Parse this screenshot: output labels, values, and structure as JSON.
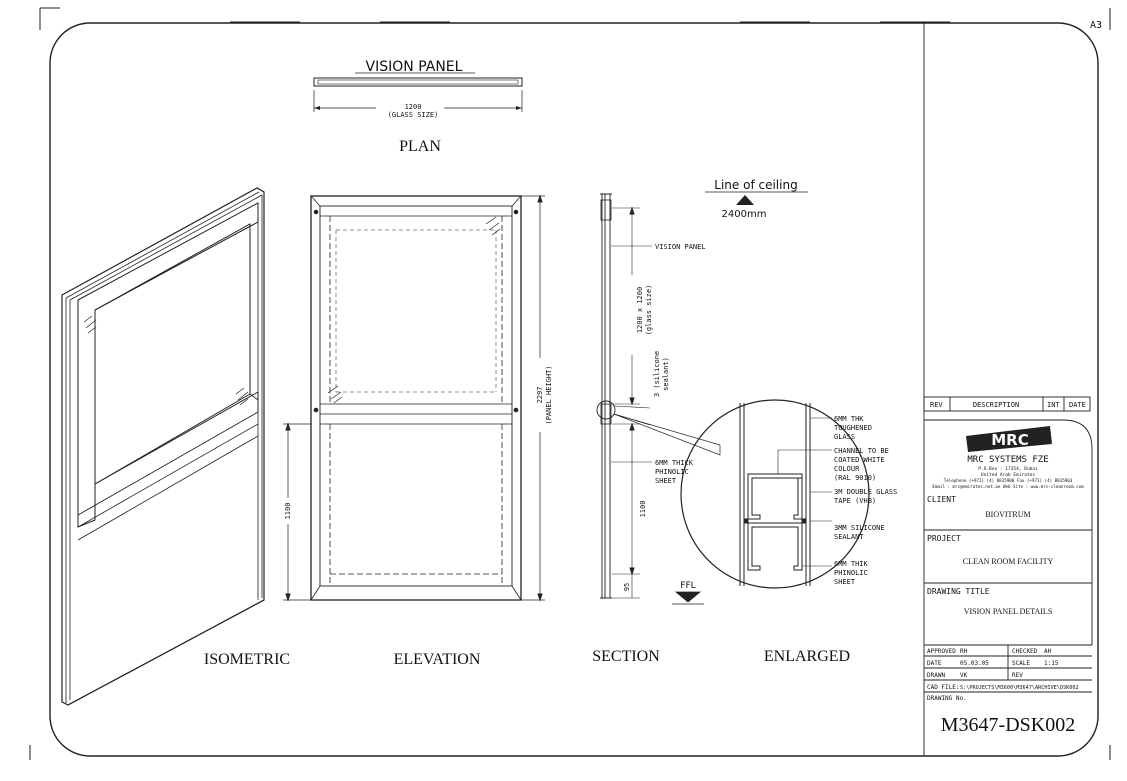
{
  "sheet_size": "A3",
  "plan": {
    "title": "VISION PANEL",
    "dim_value": "1200",
    "dim_note": "(GLASS SIZE)",
    "label": "PLAN"
  },
  "ceiling": {
    "label": "Line of ceiling",
    "height": "2400mm"
  },
  "elevation": {
    "label": "ELEVATION",
    "height_dim": "2297",
    "height_note": "(PANEL HEIGHT)",
    "lower_dim": "1100"
  },
  "isometric": {
    "label": "ISOMETRIC"
  },
  "section": {
    "label": "SECTION",
    "vision_panel": "VISION PANEL",
    "glass_dim": "1200 x 1200",
    "glass_note": "(glass size)",
    "sealant_dim": "3 (silicone",
    "sealant_note": "sealant)",
    "sheet_line1": "6MM THICK",
    "sheet_line2": "PHINOLIC",
    "sheet_line3": "SHEET",
    "lower_dim": "1100",
    "base_dim": "95",
    "ffl": "FFL"
  },
  "enlarged": {
    "label": "ENLARGED",
    "callout1": [
      "6MM THK",
      "TOUGHENED",
      "GLASS"
    ],
    "callout2": [
      "CHANNEL TO BE",
      "COATED WHITE",
      "COLOUR",
      "(RAL 9010)"
    ],
    "callout3": [
      "3M DOUBLE GLASS",
      "TAPE (VHB)"
    ],
    "callout4": [
      "3MM SILICONE",
      "SEALANT"
    ],
    "callout5": [
      "6MM THIK",
      "PHINOLIC",
      "SHEET"
    ]
  },
  "title_block": {
    "rev_headers": [
      "REV",
      "DESCRIPTION",
      "INT",
      "DATE"
    ],
    "company": "MRC SYSTEMS FZE",
    "logo_text": "MRC",
    "address": "P.O.Box : 17354, Dubai",
    "country": "United Arab Emirates",
    "phone": "Telephone (+971) (4) 8835900     Fax (+971) (4) 8835903",
    "email": "Email : mrc@emirates.net.ae    Web Site : www.mrc-cleanroom.com",
    "client_label": "CLIENT",
    "client": "BIOVITRUM",
    "project_label": "PROJECT",
    "project": "CLEAN ROOM FACILITY",
    "drawing_title_label": "DRAWING TITLE",
    "drawing_title": "VISION PANEL DETAILS",
    "approved_label": "APPROVED",
    "approved": "RH",
    "checked_label": "CHECKED",
    "checked": "AH",
    "date_label": "DATE",
    "date": "05.03.05",
    "scale_label": "SCALE",
    "scale": "1:15",
    "drawn_label": "DRAWN",
    "drawn": "VK",
    "rev_label": "REV",
    "cad_label": "CAD FILE:",
    "cad_file": "S:\\PROJECTS\\M3600\\M3647\\ARCHIVE\\DSK002",
    "drawing_no_label": "DRAWING No.",
    "drawing_no": "M3647-DSK002"
  }
}
